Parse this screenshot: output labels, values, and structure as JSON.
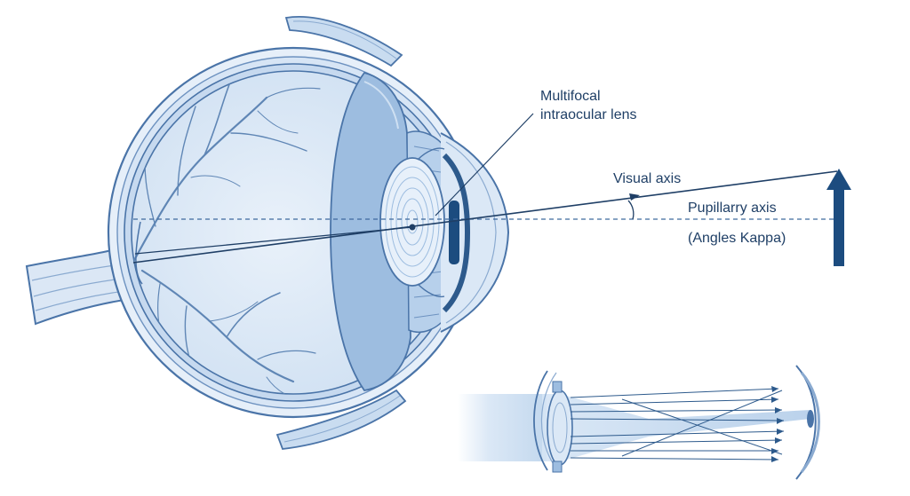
{
  "labels": {
    "lens": [
      "Multifocal",
      "intraocular lens"
    ],
    "visual_axis": "Visual axis",
    "pupillary_axis": "Pupillarry axis",
    "angle": "(Angles Kappa)"
  },
  "colors": {
    "line": "#1f3f66",
    "outline": "#4a74a8",
    "fill_light": "#e3edf8",
    "fill_mid": "#c9dcf0",
    "fill_dark": "#9dbde0",
    "vessel": "#5f86b5",
    "arrow": "#1c4c7f"
  }
}
